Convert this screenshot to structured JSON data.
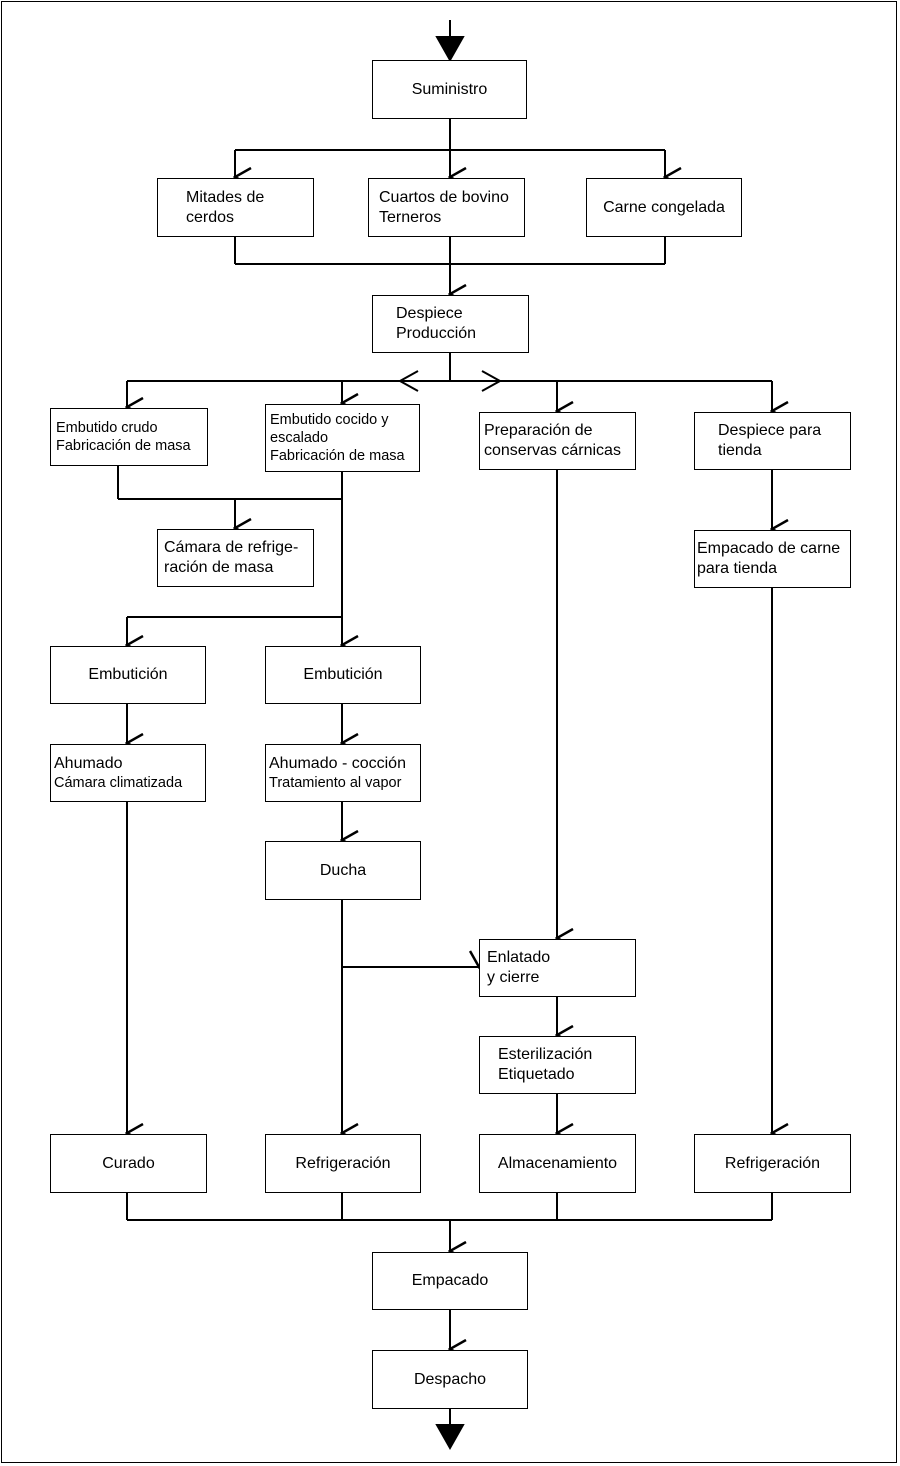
{
  "nodes": {
    "suministro": "Suministro",
    "mitades_1": "Mitades de",
    "mitades_2": "cerdos",
    "cuartos_1": "Cuartos de bovino",
    "cuartos_2": "Terneros",
    "congelada": "Carne congelada",
    "despiece_1": "Despiece",
    "despiece_2": "Producción",
    "crudo_1": "Embutido crudo",
    "crudo_2": "Fabricación de masa",
    "cocido_1": "Embutido cocido y",
    "cocido_2": "escalado",
    "cocido_3": "Fabricación de masa",
    "conservas_1": "Preparación de",
    "conservas_2": "conservas cárnicas",
    "tienda_1": "Despiece para",
    "tienda_2": "tienda",
    "camara_1": "Cámara de refrige-",
    "camara_2": "ración de masa",
    "empacado_tienda_1": "Empacado de carne",
    "empacado_tienda_2": "para tienda",
    "embuticion_a": "Embutición",
    "embuticion_b": "Embutición",
    "ahumado_1": "Ahumado",
    "ahumado_2": "Cámara climatizada",
    "ahumado_coccion_1": "Ahumado - cocción",
    "ahumado_coccion_2": "Tratamiento al vapor",
    "ducha": "Ducha",
    "enlatado_1": "Enlatado",
    "enlatado_2": "y cierre",
    "esterilizacion_1": "Esterilización",
    "esterilizacion_2": "Etiquetado",
    "curado": "Curado",
    "refrigeracion_a": "Refrigeración",
    "almacenamiento": "Almacenamiento",
    "refrigeracion_b": "Refrigeración",
    "empacado": "Empacado",
    "despacho": "Despacho"
  },
  "colors": {
    "stroke": "#000000",
    "background": "#ffffff"
  }
}
